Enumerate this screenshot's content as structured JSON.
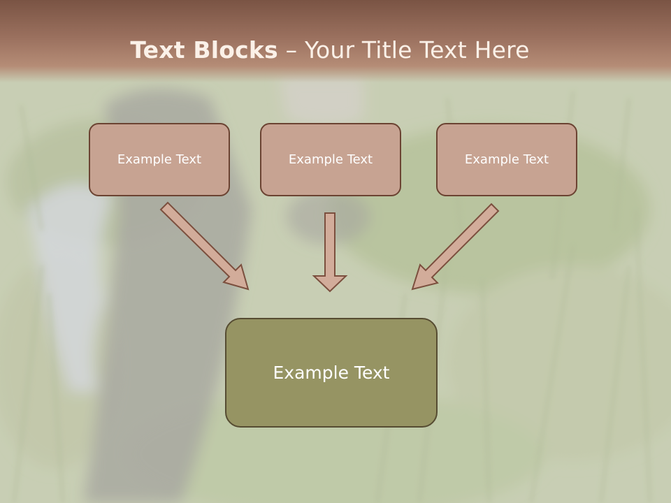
{
  "slide": {
    "title_bold": "Text Blocks",
    "title_dash": " – ",
    "title_rest": "Your Title Text Here"
  },
  "boxes": {
    "left": "Example Text",
    "middle": "Example Text",
    "right": "Example Text",
    "bottom": "Example Text"
  },
  "colors": {
    "header": "#8a604e",
    "small_box_fill": "#c7a392",
    "small_box_border": "#6b4332",
    "big_box_fill": "#969463",
    "big_box_border": "#564c32",
    "arrow_fill": "#d2ac9a",
    "arrow_stroke": "#7b4f3e"
  }
}
